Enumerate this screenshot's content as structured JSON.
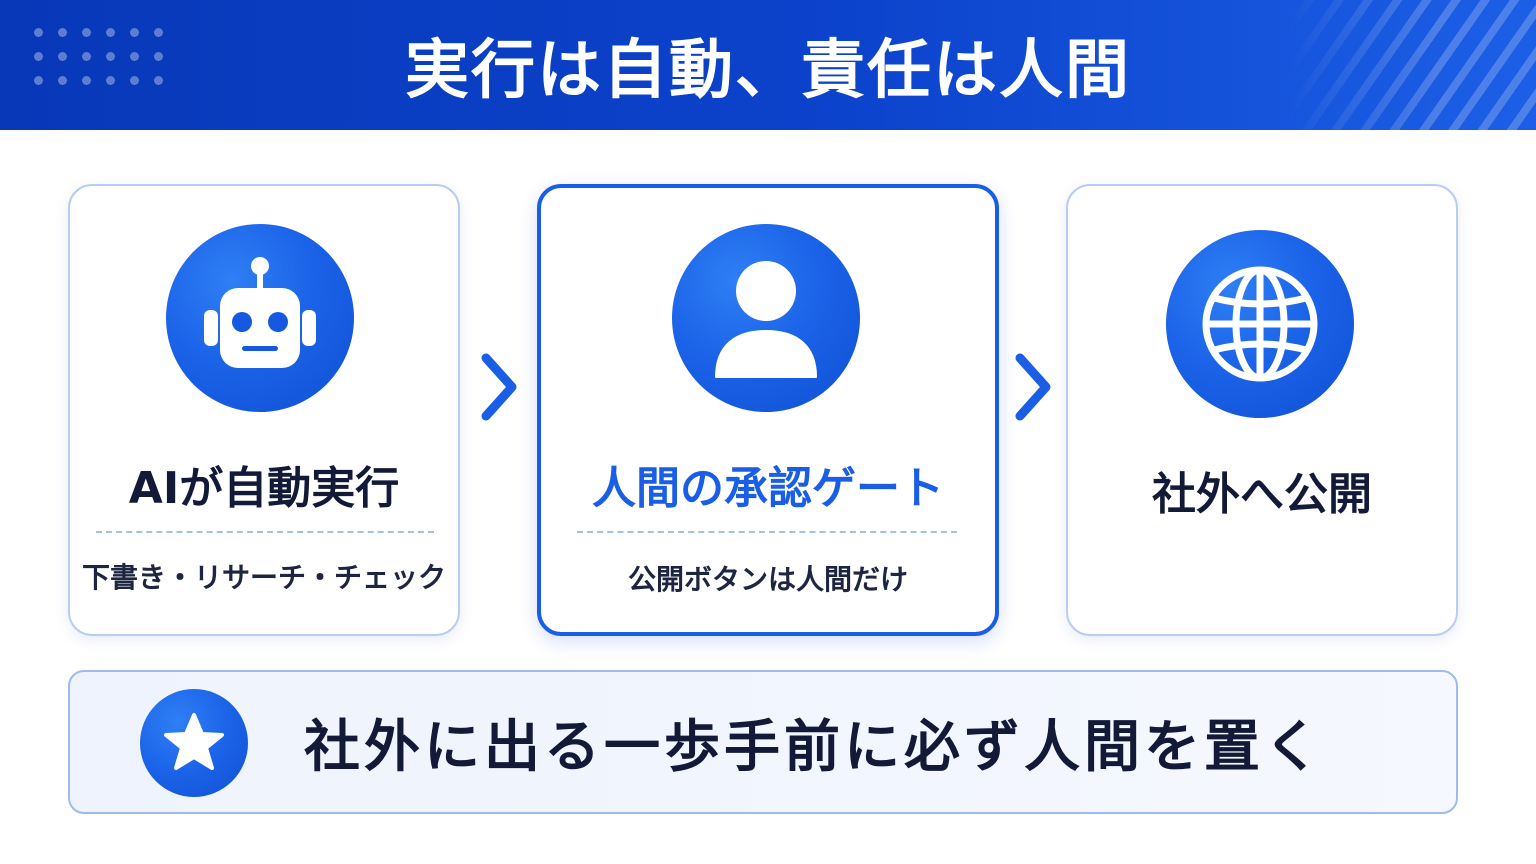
{
  "header": {
    "title": "実行は自動、責任は人間"
  },
  "steps": [
    {
      "icon": "robot-icon",
      "title": "AIが自動実行",
      "subtitle": "下書き・リサーチ・チェック",
      "highlighted": false
    },
    {
      "icon": "person-icon",
      "title": "人間の承認ゲート",
      "subtitle": "公開ボタンは人間だけ",
      "highlighted": true
    },
    {
      "icon": "globe-icon",
      "title": "社外へ公開",
      "highlighted": false
    }
  ],
  "banner": {
    "icon": "star-icon",
    "text": "社外に出る一歩手前に必ず人間を置く"
  },
  "colors": {
    "header_blue": "#0c43cc",
    "accent_blue": "#1a5ee6",
    "card_border": "#b9cdf2",
    "text_dark": "#121a38"
  }
}
